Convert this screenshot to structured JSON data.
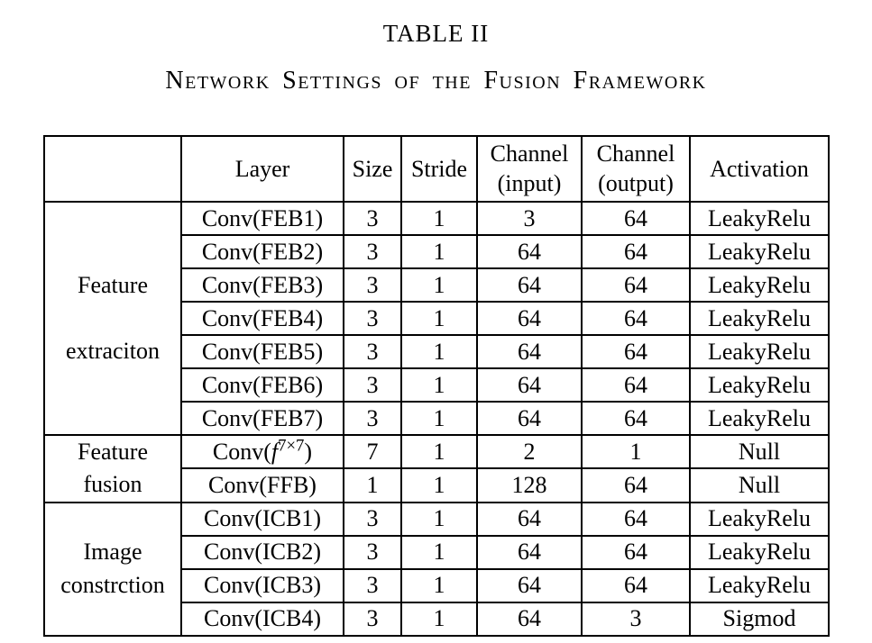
{
  "page": {
    "title": "TABLE II",
    "subtitle": "Network Settings of the Fusion Framework"
  },
  "table": {
    "headers": {
      "group": "",
      "layer": "Layer",
      "size": "Size",
      "stride": "Stride",
      "ch_in": "Channel\n(input)",
      "ch_out": "Channel\n(output)",
      "activation": "Activation"
    },
    "groups": [
      {
        "label": "Feature\n\nextraciton",
        "rows": [
          {
            "layer": "Conv(FEB1)",
            "size": "3",
            "stride": "1",
            "ch_in": "3",
            "ch_out": "64",
            "activation": "LeakyRelu"
          },
          {
            "layer": "Conv(FEB2)",
            "size": "3",
            "stride": "1",
            "ch_in": "64",
            "ch_out": "64",
            "activation": "LeakyRelu"
          },
          {
            "layer": "Conv(FEB3)",
            "size": "3",
            "stride": "1",
            "ch_in": "64",
            "ch_out": "64",
            "activation": "LeakyRelu"
          },
          {
            "layer": "Conv(FEB4)",
            "size": "3",
            "stride": "1",
            "ch_in": "64",
            "ch_out": "64",
            "activation": "LeakyRelu"
          },
          {
            "layer": "Conv(FEB5)",
            "size": "3",
            "stride": "1",
            "ch_in": "64",
            "ch_out": "64",
            "activation": "LeakyRelu"
          },
          {
            "layer": "Conv(FEB6)",
            "size": "3",
            "stride": "1",
            "ch_in": "64",
            "ch_out": "64",
            "activation": "LeakyRelu"
          },
          {
            "layer": "Conv(FEB7)",
            "size": "3",
            "stride": "1",
            "ch_in": "64",
            "ch_out": "64",
            "activation": "LeakyRelu"
          }
        ]
      },
      {
        "label": "Feature\nfusion",
        "rows": [
          {
            "layer_prefix": "Conv(",
            "layer_f": "f",
            "layer_sup": "7×7",
            "layer_suffix": ")",
            "size": "7",
            "stride": "1",
            "ch_in": "2",
            "ch_out": "1",
            "activation": "Null"
          },
          {
            "layer": "Conv(FFB)",
            "size": "1",
            "stride": "1",
            "ch_in": "128",
            "ch_out": "64",
            "activation": "Null"
          }
        ]
      },
      {
        "label": "Image\nconstrction",
        "rows": [
          {
            "layer": "Conv(ICB1)",
            "size": "3",
            "stride": "1",
            "ch_in": "64",
            "ch_out": "64",
            "activation": "LeakyRelu"
          },
          {
            "layer": "Conv(ICB2)",
            "size": "3",
            "stride": "1",
            "ch_in": "64",
            "ch_out": "64",
            "activation": "LeakyRelu"
          },
          {
            "layer": "Conv(ICB3)",
            "size": "3",
            "stride": "1",
            "ch_in": "64",
            "ch_out": "64",
            "activation": "LeakyRelu"
          },
          {
            "layer": "Conv(ICB4)",
            "size": "3",
            "stride": "1",
            "ch_in": "64",
            "ch_out": "3",
            "activation": "Sigmod"
          }
        ]
      }
    ]
  }
}
